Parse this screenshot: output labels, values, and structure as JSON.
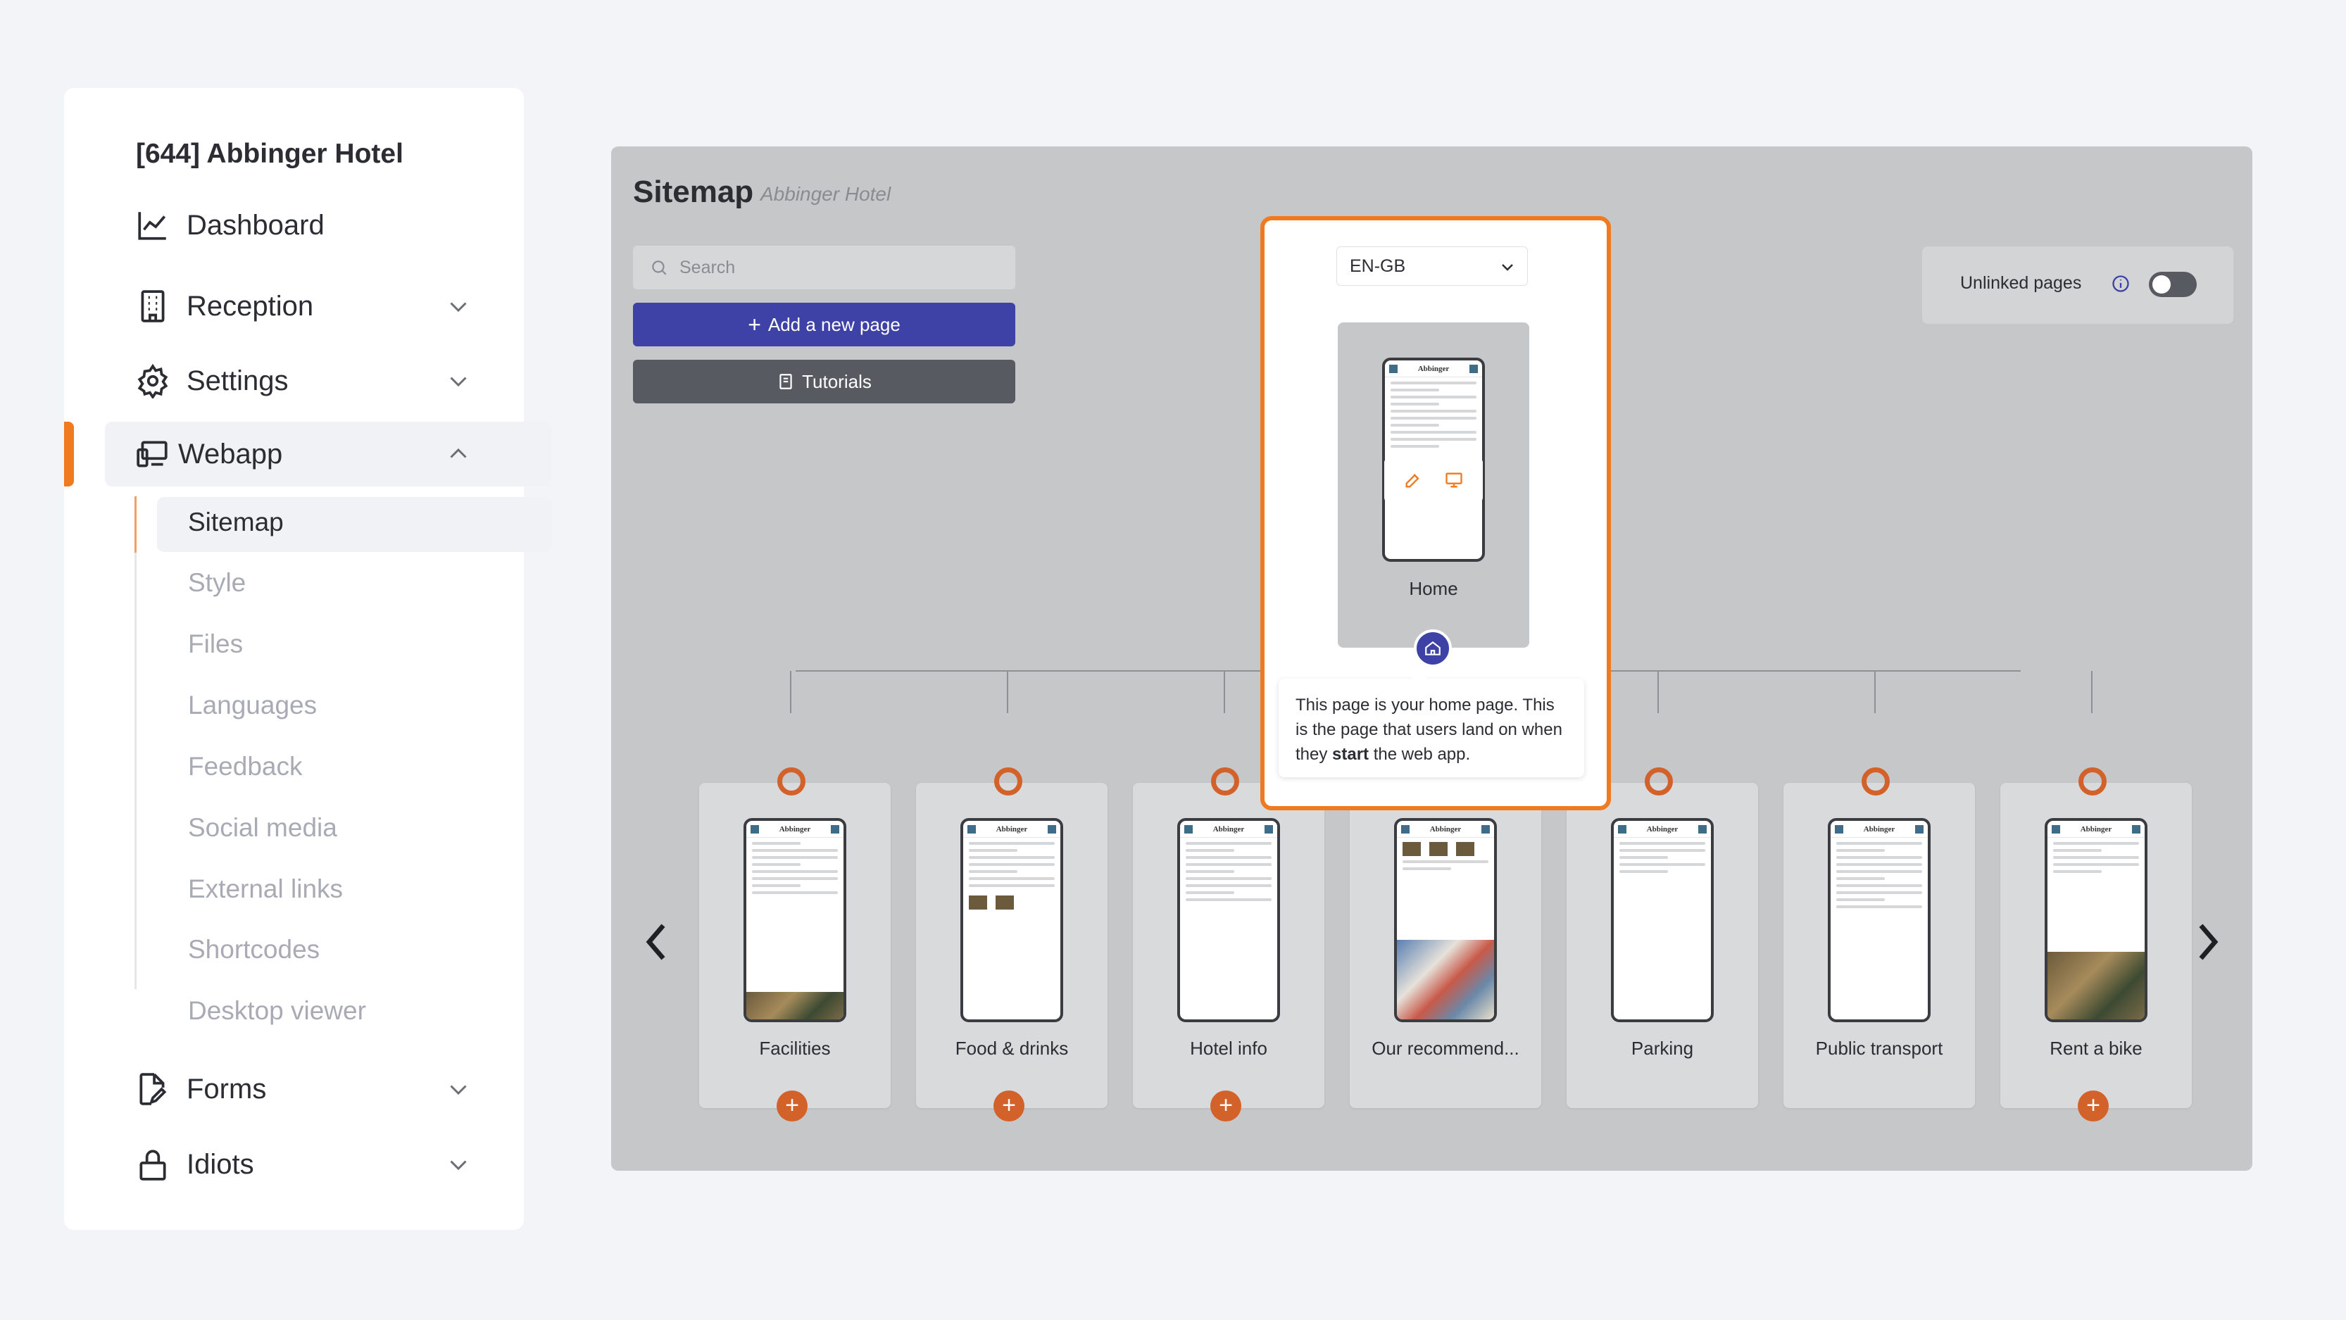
{
  "sidebar": {
    "brand": "[644] Abbinger Hotel",
    "items": [
      {
        "label": "Dashboard"
      },
      {
        "label": "Reception"
      },
      {
        "label": "Settings"
      },
      {
        "label": "Webapp"
      },
      {
        "label": "Forms"
      },
      {
        "label": "Idiots"
      }
    ],
    "submenu": [
      "Sitemap",
      "Style",
      "Files",
      "Languages",
      "Feedback",
      "Social media",
      "External links",
      "Shortcodes",
      "Desktop viewer"
    ]
  },
  "main": {
    "title": "Sitemap",
    "subtitle": "Abbinger Hotel",
    "search_placeholder": "Search",
    "add_label": "Add a new page",
    "tutorials_label": "Tutorials",
    "unlinked_label": "Unlinked pages",
    "language": "EN-GB",
    "home_label": "Home",
    "tooltip": {
      "before": "This page is your home page. This is the page that users land on when they ",
      "bold": "start",
      "after": " the web app."
    },
    "phone_logo": "Abbinger",
    "pages": [
      {
        "label": "Facilities"
      },
      {
        "label": "Food & drinks"
      },
      {
        "label": "Hotel info"
      },
      {
        "label": "Our recommend..."
      },
      {
        "label": "Parking"
      },
      {
        "label": "Public transport"
      },
      {
        "label": "Rent a bike"
      }
    ]
  },
  "colors": {
    "accent": "#f07a1f",
    "primary": "#3e42a6",
    "node": "#d3622a"
  }
}
